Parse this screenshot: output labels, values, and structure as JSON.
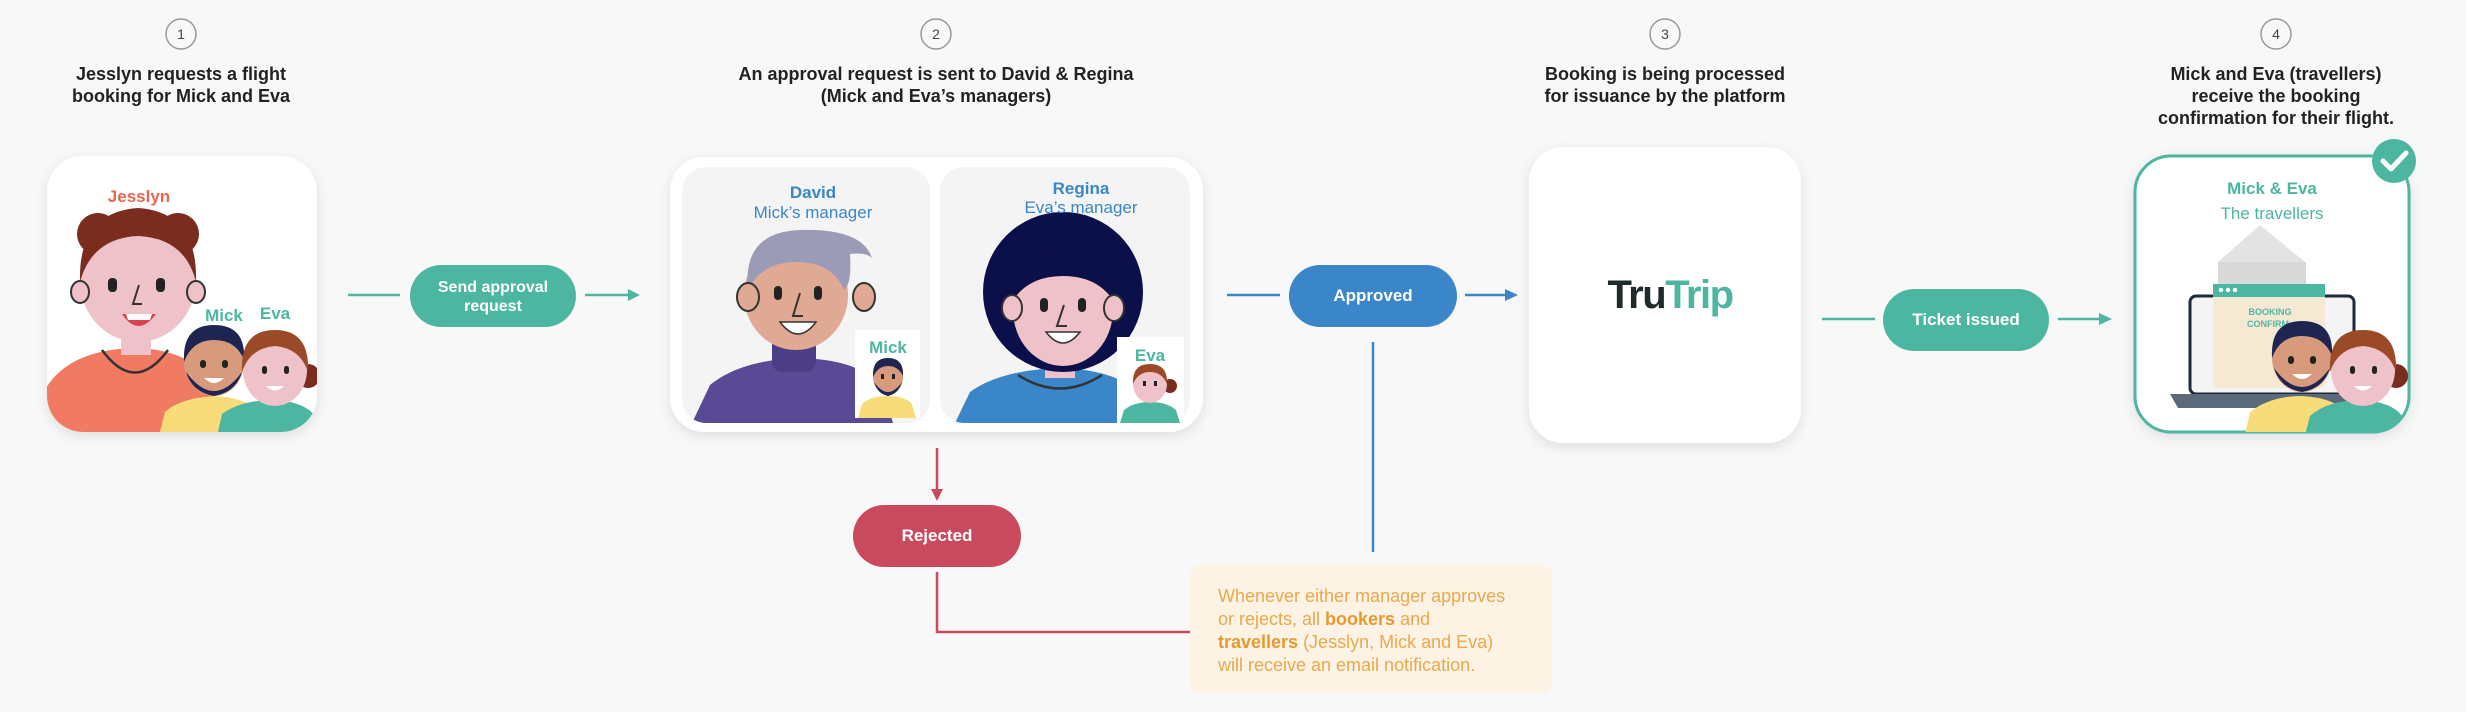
{
  "steps": [
    {
      "number": "1",
      "lines": [
        "Jesslyn requests a flight",
        "booking for Mick and Eva"
      ]
    },
    {
      "number": "2",
      "lines": [
        "An approval request is sent to David & Regina",
        "(Mick and Eva’s managers)"
      ]
    },
    {
      "number": "3",
      "lines": [
        "Booking is being processed",
        "for issuance by the platform"
      ]
    },
    {
      "number": "4",
      "lines": [
        "Mick and Eva (travellers)",
        "receive the booking",
        "confirmation for their flight."
      ]
    }
  ],
  "people": {
    "jesslyn": "Jesslyn",
    "mick": "Mick",
    "eva": "Eva",
    "david_name": "David",
    "david_role": "Mick’s manager",
    "regina_name": "Regina",
    "regina_role": "Eva’s manager",
    "travellers_name": "Mick & Eva",
    "travellers_role": "The travellers"
  },
  "pills": {
    "send_line1": "Send approval",
    "send_line2": "request",
    "approved": "Approved",
    "rejected": "Rejected",
    "ticket": "Ticket issued"
  },
  "logo": {
    "part1": "Tru",
    "part2": "Trip"
  },
  "booking_card": {
    "line1": "BOOKING",
    "line2": "CONFIRM"
  },
  "note": {
    "t1": "Whenever either manager approves",
    "t2": "or rejects, all ",
    "bookers": "bookers",
    "t3": " and",
    "travellers": "travellers",
    "t4": " (Jesslyn, Mick and Eva)",
    "t5": "will receive an email notification."
  },
  "colors": {
    "teal": "#4db6a1",
    "blue": "#3a86c8",
    "red": "#c94a5c",
    "orange_text": "#e9a84c",
    "note_bg": "#fdf3e5",
    "dark": "#222222"
  }
}
